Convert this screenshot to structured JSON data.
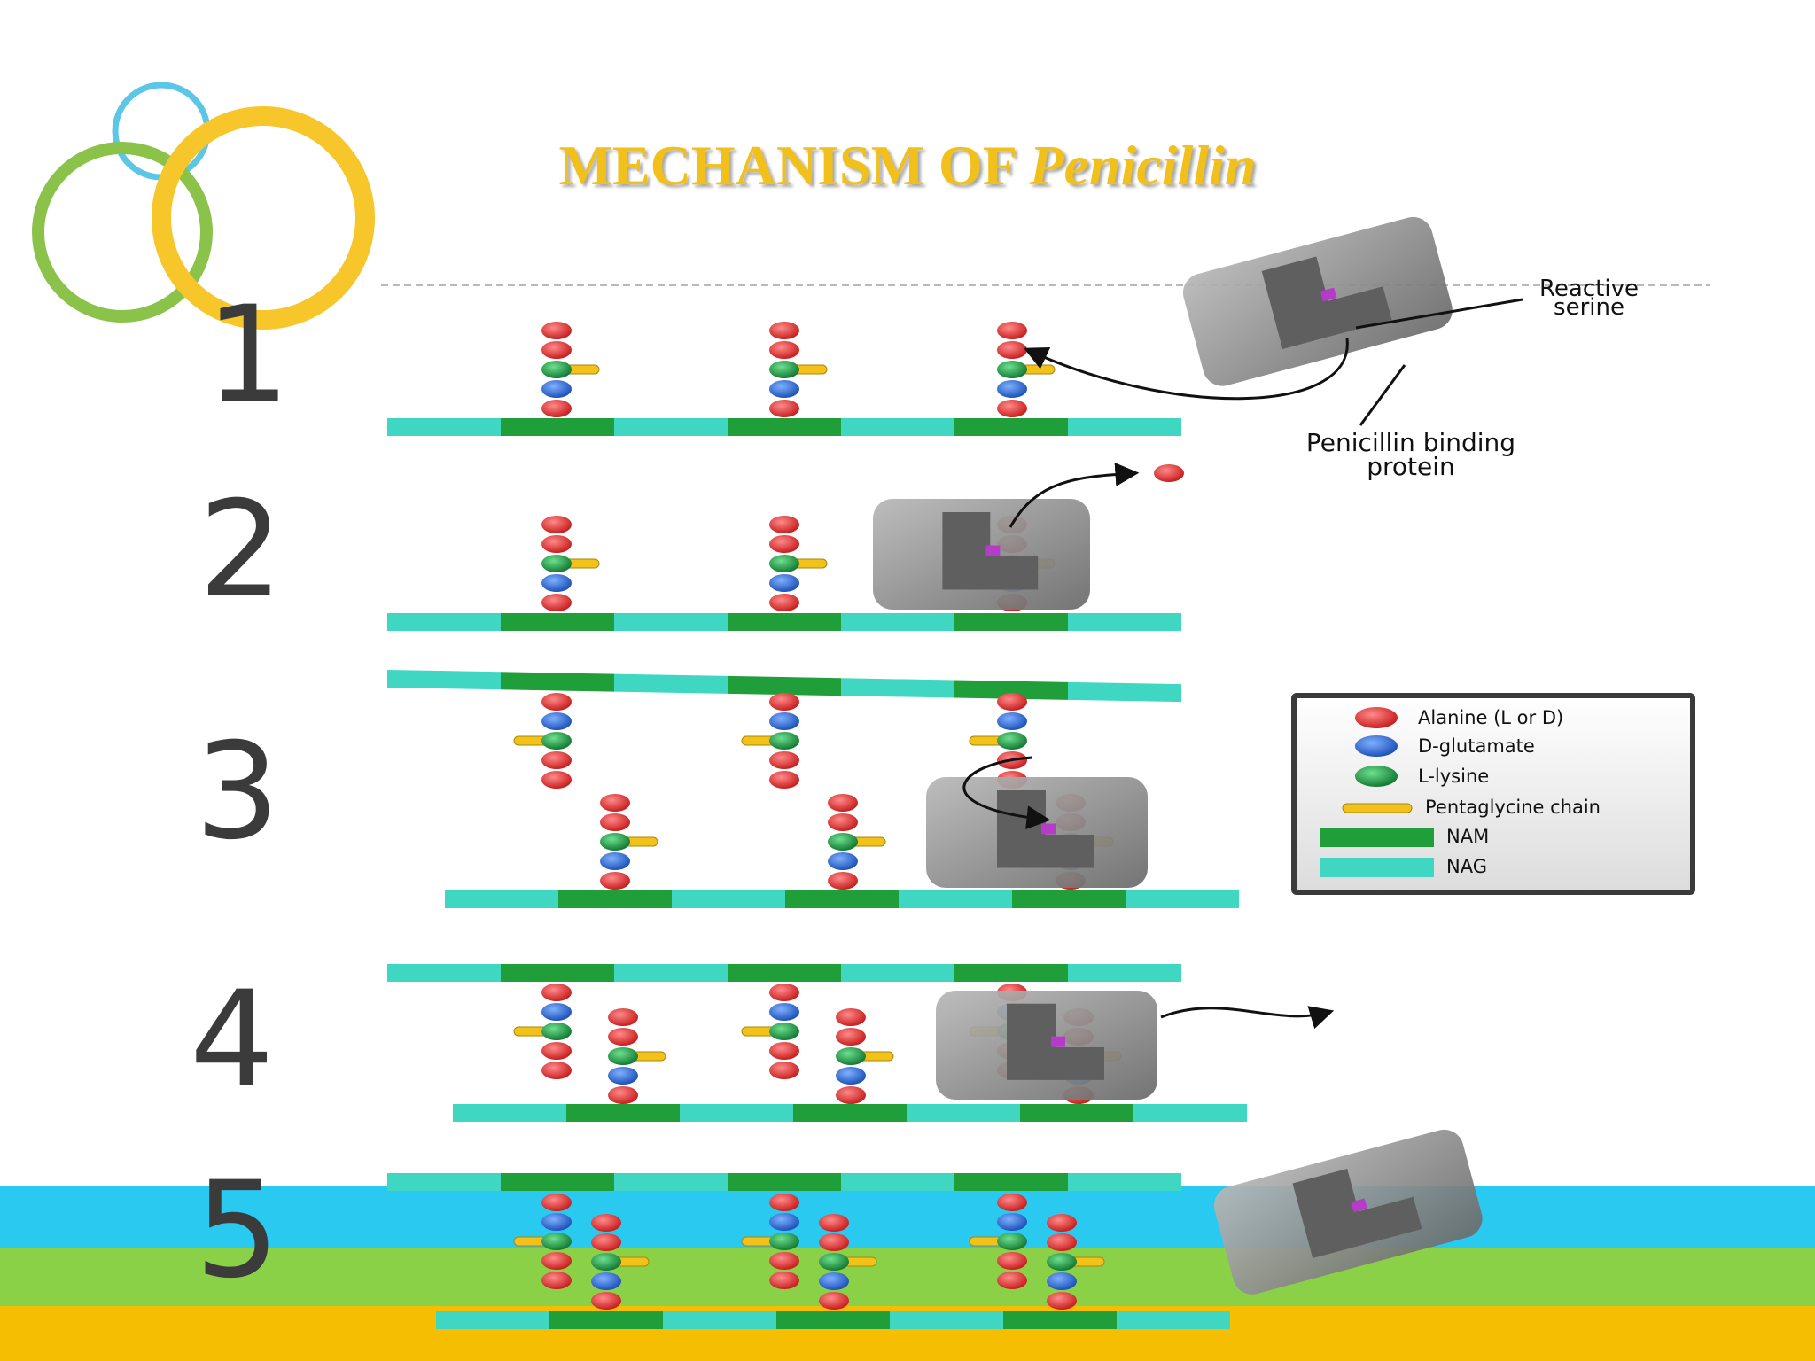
{
  "slide": {
    "title_main": "MECHANISM OF",
    "title_italic": "Penicillin"
  },
  "colors": {
    "title": "#f2c01a",
    "alanine": "#e03b3b",
    "d_glutamate": "#2a6fd6",
    "l_lysine": "#1ea34a",
    "pentaglycine": "#f2c21a",
    "nam": "#1f9e3a",
    "nag": "#3fd6c2",
    "enzyme": "#8d8d8d",
    "reactive_serine": "#b43cc8",
    "band_blue": "#29c9f0",
    "band_green": "#8bd147",
    "band_yellow": "#f5be00"
  },
  "steps": [
    "1",
    "2",
    "3",
    "4",
    "5"
  ],
  "annotations": {
    "reactive_serine_line1": "Reactive",
    "reactive_serine_line2": "serine",
    "pbp_line1": "Penicillin binding",
    "pbp_line2": "protein"
  },
  "legend": {
    "items": [
      {
        "label": "Alanine (L or D)",
        "icon": "red-sphere"
      },
      {
        "label": "D-glutamate",
        "icon": "blue-sphere"
      },
      {
        "label": "L-lysine",
        "icon": "green-sphere"
      },
      {
        "label": "Pentaglycine chain",
        "icon": "yellow-bar"
      },
      {
        "label": "NAM",
        "icon": "dark-green-bar"
      },
      {
        "label": "NAG",
        "icon": "teal-bar"
      }
    ]
  }
}
